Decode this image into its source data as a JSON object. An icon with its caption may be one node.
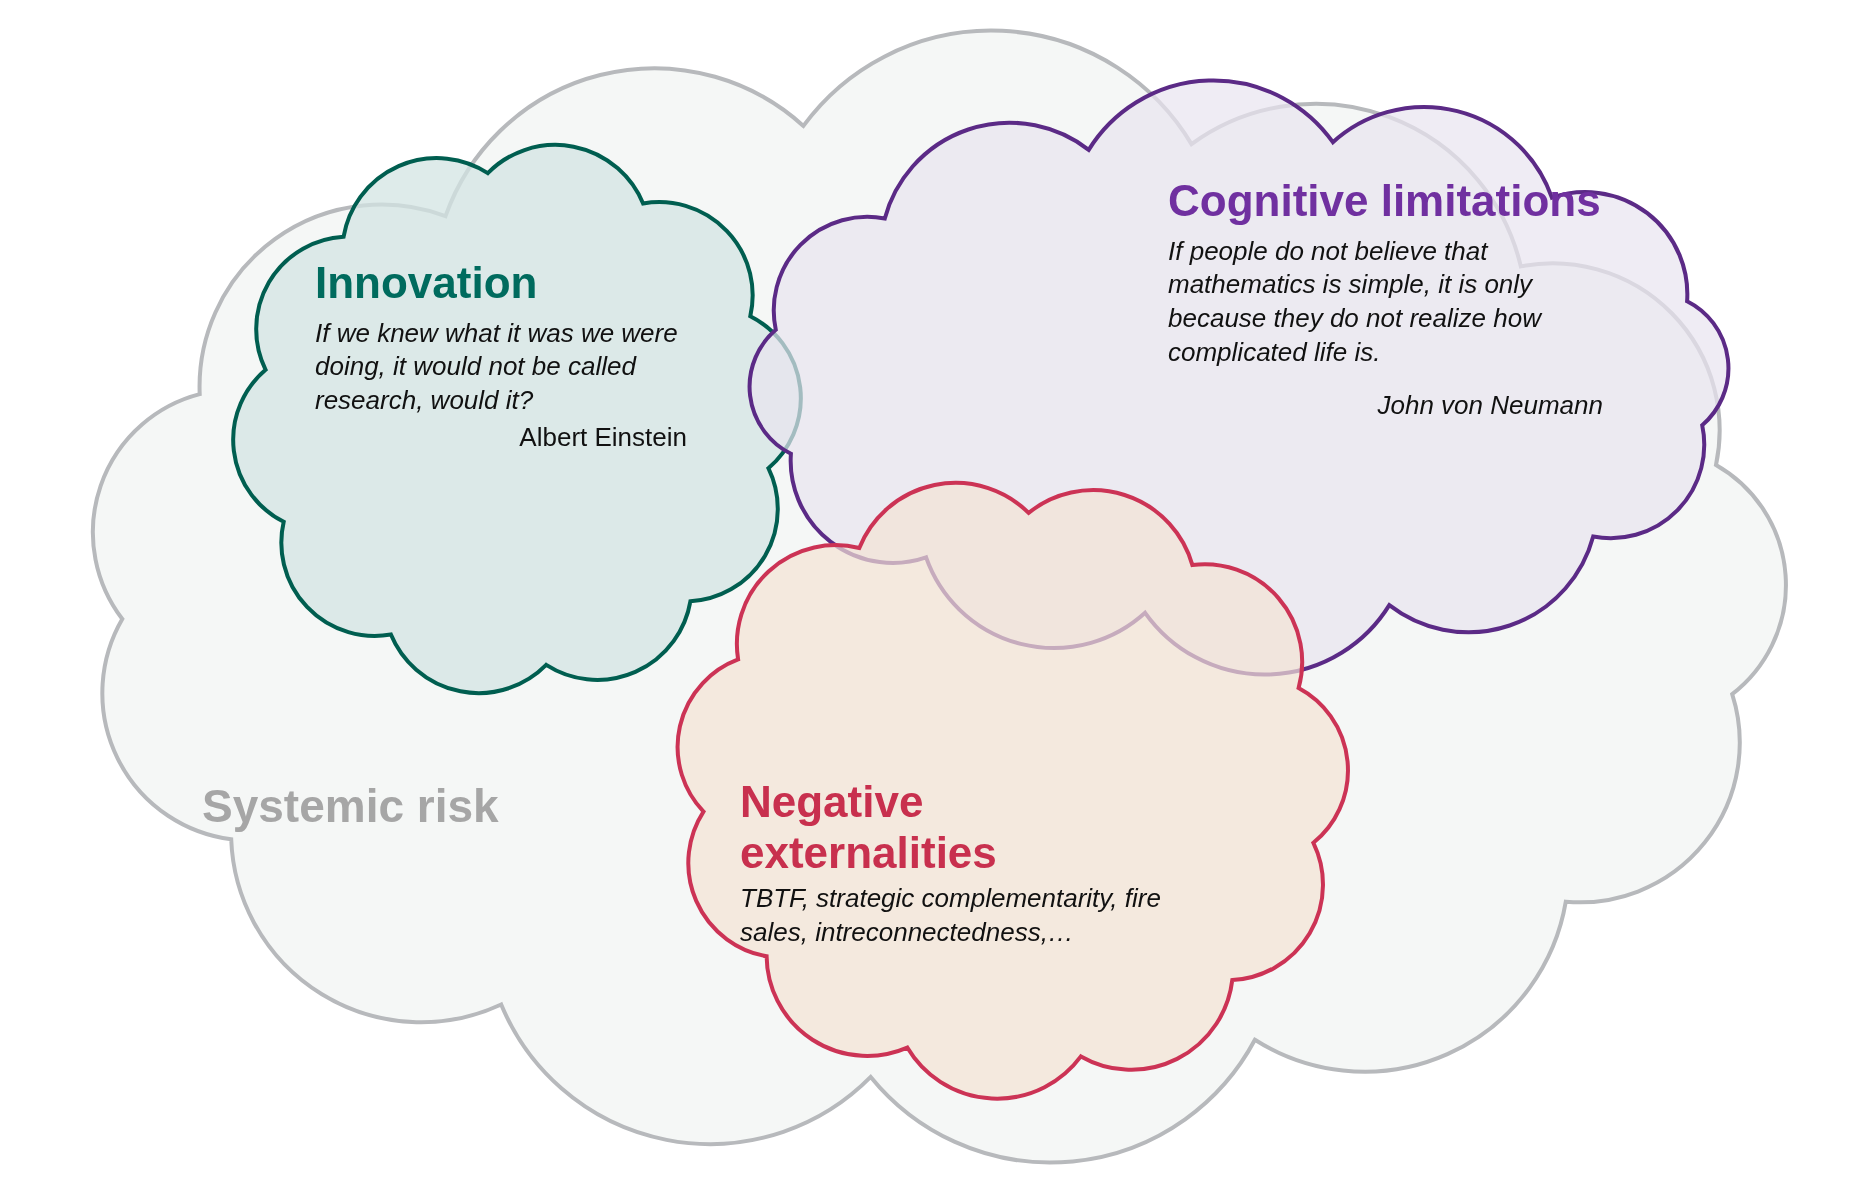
{
  "diagram": {
    "nodes": [
      {
        "text": [
          "Systemic risk"
        ]
      },
      {
        "text": [
          "Innovation",
          "If we knew what it was we were doing, it would not be called research, would it?",
          "Albert Einstein"
        ],
        "in": 0
      },
      {
        "text": [
          "Cognitive limitations",
          "If people do not believe that mathematics is simple, it is only because they do not realize how complicated life is.",
          "John von Neumann"
        ],
        "in": 0
      },
      {
        "text": [
          "Negative externalities",
          "TBTF, strategic complementarity, fire sales, intreconnectedness,…"
        ],
        "in": 0
      }
    ]
  }
}
